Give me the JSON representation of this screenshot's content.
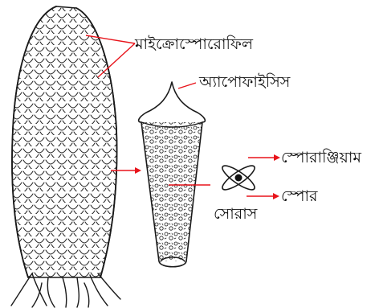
{
  "labels": {
    "microsporophyll": "মাইক্রোস্পোরোফিল",
    "apophysis": "অ্যাপোফাইসিস",
    "sporangium": "স্পোরাঞ্জিয়াম",
    "spore": "স্পোর",
    "sorus": "সোরাস"
  },
  "colors": {
    "leader": "#e8141b",
    "ink": "#1a1a1a",
    "background": "#ffffff"
  }
}
